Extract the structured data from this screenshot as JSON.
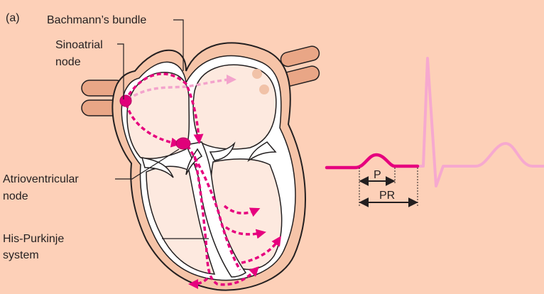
{
  "panel_label": "(a)",
  "labels": {
    "bachmann": "Bachmann’s bundle",
    "sinoatrial_line1": "Sinoatrial",
    "sinoatrial_line2": "node",
    "av_line1": "Atrioventricular",
    "av_line2": "node",
    "his_line1": "His-Purkinje",
    "his_line2": "system"
  },
  "ecg": {
    "p_label": "P",
    "pr_label": "PR"
  },
  "colors": {
    "background": "#fdd0b8",
    "heart_interior": "#fde9df",
    "tissue": "#f6c4a8",
    "vessel": "#e9a686",
    "outline": "#231f20",
    "conduction": "#e6007e",
    "conduction_light": "#f3a3cc",
    "node": "#e0007a",
    "ecg_faded": "#f6a9cf"
  }
}
